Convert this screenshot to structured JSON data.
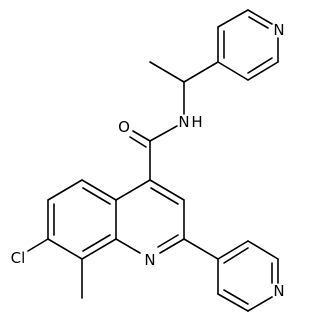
{
  "molecule": {
    "atoms": {
      "n_top_pyridine": "N",
      "n_amide": "N",
      "h_amide": "H",
      "o_carbonyl": "O",
      "cl": "Cl",
      "n_quinoline": "N",
      "n_bottom_pyridine": "N"
    },
    "colors": {
      "bond": "#000000",
      "text": "#000000",
      "background": "#ffffff"
    }
  }
}
